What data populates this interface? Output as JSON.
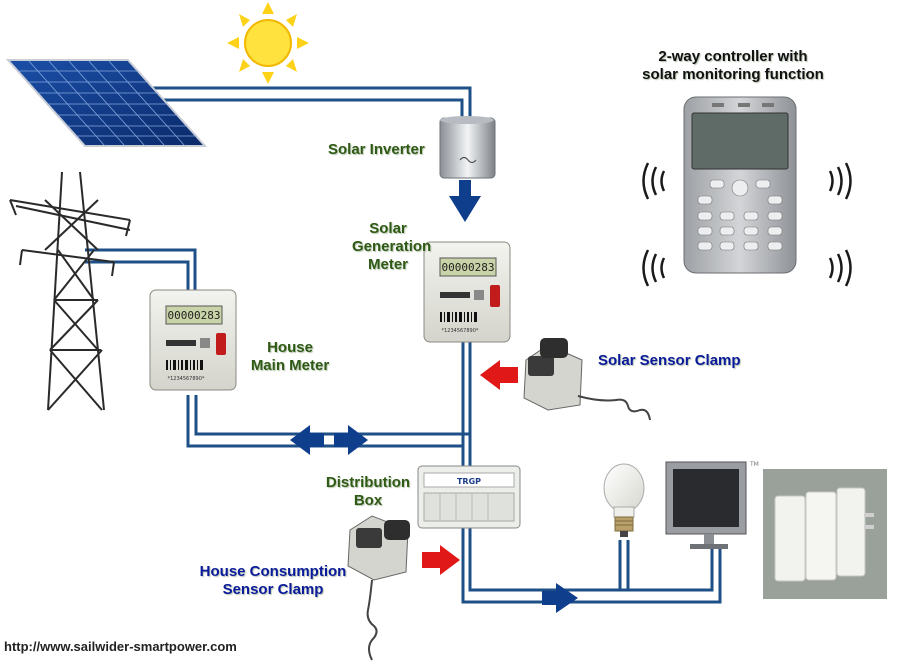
{
  "labels": {
    "solar_inverter": "Solar Inverter",
    "solar_generation_meter": [
      "Solar",
      "Generation",
      "Meter"
    ],
    "house_main_meter": [
      "House",
      "Main Meter"
    ],
    "solar_sensor_clamp": "Solar  Sensor Clamp",
    "distribution_box": [
      "Distribution",
      "Box"
    ],
    "house_consumption_clamp": [
      "House Consumption",
      "Sensor Clamp"
    ],
    "controller": [
      "2-way controller with",
      "solar monitoring function"
    ],
    "url": "http://www.sailwider-smartpower.com"
  },
  "meter_display": "00000283",
  "meter_serial": "*1234567890*",
  "distribution_box_brand": "TRGP",
  "trademark": "TM",
  "colors": {
    "wire": "#1e4f86",
    "arrow_blue": "#0f3e8c",
    "arrow_red": "#e01818",
    "label_green": "#2f5a16",
    "label_blue": "#0a1a9a",
    "sun": "#ffd21a"
  }
}
